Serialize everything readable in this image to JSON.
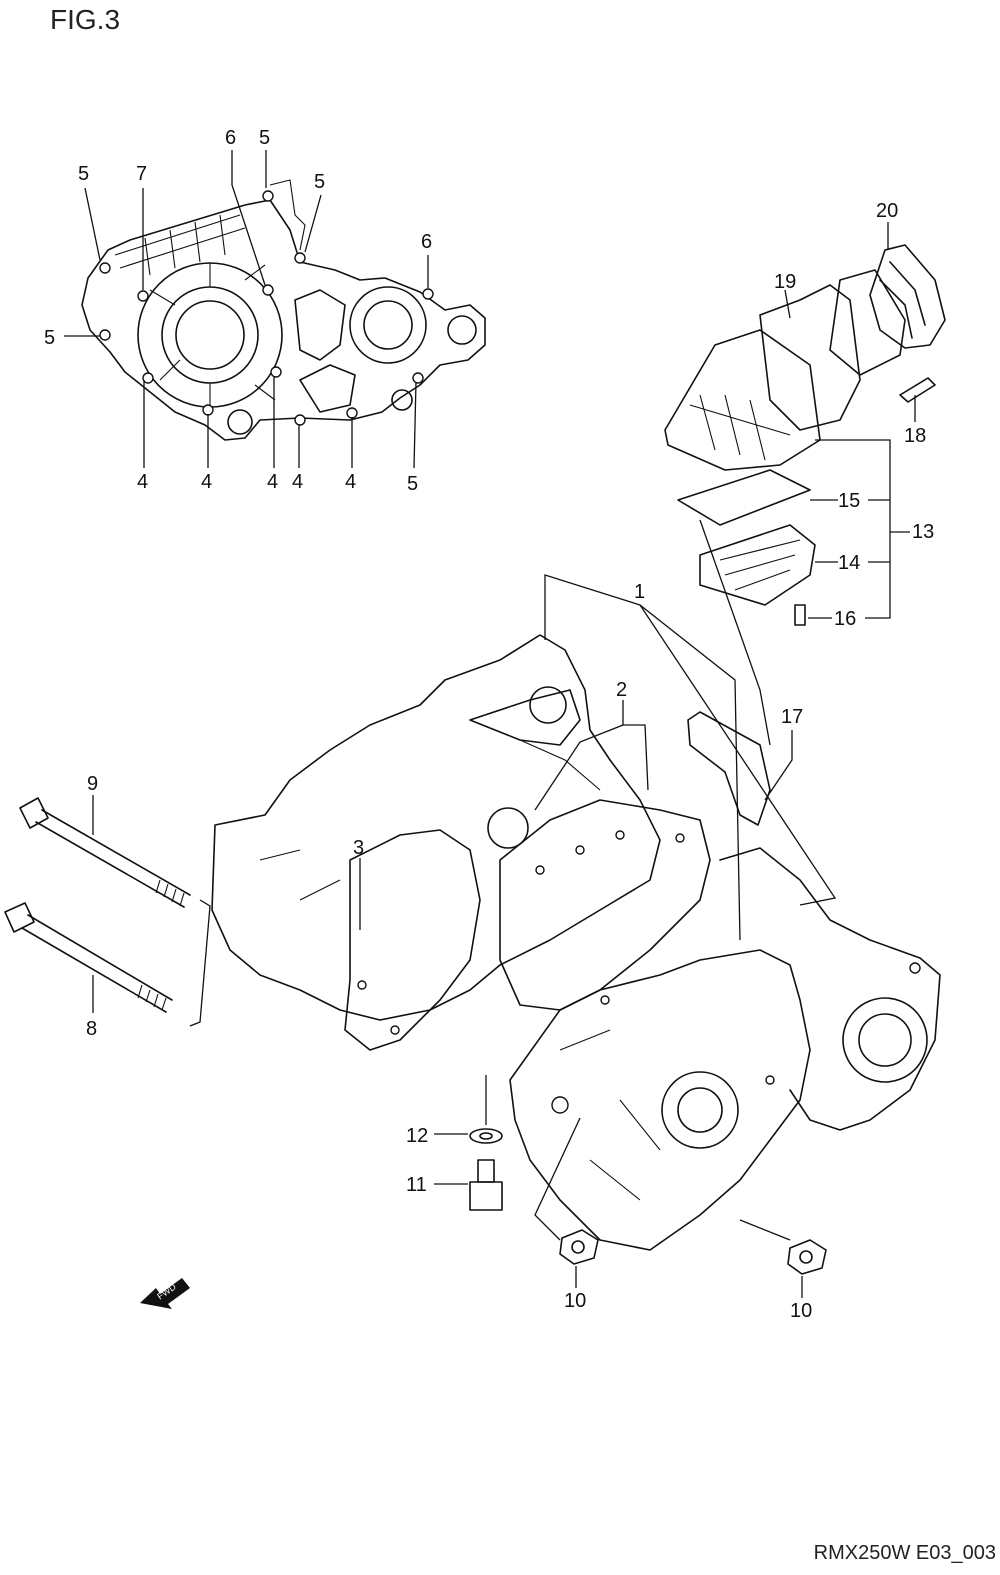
{
  "figure": {
    "title": "FIG.3",
    "code": "RMX250W E03_003",
    "fwd_label": "FWD"
  },
  "callouts": {
    "c1": "1",
    "c2": "2",
    "c3": "3",
    "c4a": "4",
    "c4b": "4",
    "c4c": "4",
    "c4d": "4",
    "c4e": "4",
    "c5a": "5",
    "c5b": "5",
    "c5c": "5",
    "c5d": "5",
    "c5e": "5",
    "c6a": "6",
    "c6b": "6",
    "c7": "7",
    "c8": "8",
    "c9": "9",
    "c10a": "10",
    "c10b": "10",
    "c11": "11",
    "c12": "12",
    "c13": "13",
    "c14": "14",
    "c15": "15",
    "c16": "16",
    "c17": "17",
    "c18": "18",
    "c19": "19",
    "c20": "20"
  }
}
